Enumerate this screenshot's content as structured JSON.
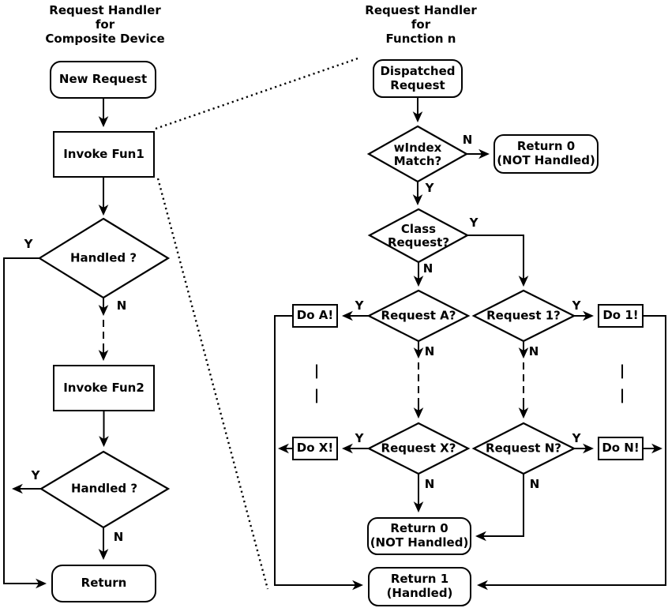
{
  "canvas": {
    "background": "#ffffff",
    "stroke_color": "#000000"
  },
  "left_chart": {
    "title": "Request Handler\nfor\nComposite Device",
    "nodes": {
      "new_request": "New Request",
      "invoke_fun1": "Invoke Fun1",
      "handled_1": "Handled ?",
      "invoke_fun2": "Invoke Fun2",
      "handled_2": "Handled ?",
      "return": "Return"
    },
    "edge_labels": {
      "handled_1_yes": "Y",
      "handled_1_no": "N",
      "handled_2_yes": "Y",
      "handled_2_no": "N"
    }
  },
  "right_chart": {
    "title": "Request Handler\nfor\nFunction n",
    "nodes": {
      "dispatched_request": "Dispatched\nRequest",
      "windex_match": "wIndex\nMatch?",
      "return_0_top": "Return 0\n(NOT Handled)",
      "class_request": "Class\nRequest?",
      "request_a": "Request A?",
      "request_1": "Request 1?",
      "do_a": "Do A!",
      "do_1": "Do 1!",
      "request_x": "Request X?",
      "request_n": "Request N?",
      "do_x": "Do X!",
      "do_n": "Do N!",
      "return_0_bottom": "Return 0\n(NOT Handled)",
      "return_1": "Return 1\n(Handled)"
    },
    "edge_labels": {
      "windex_no": "N",
      "windex_yes": "Y",
      "class_yes": "Y",
      "class_no": "N",
      "request_a_yes": "Y",
      "request_a_no": "N",
      "request_1_yes": "Y",
      "request_1_no": "N",
      "request_x_yes": "Y",
      "request_x_no": "N",
      "request_n_yes": "Y",
      "request_n_no": "N"
    },
    "continuation_marks": {
      "left": "|\n|",
      "right": "|\n|"
    }
  }
}
